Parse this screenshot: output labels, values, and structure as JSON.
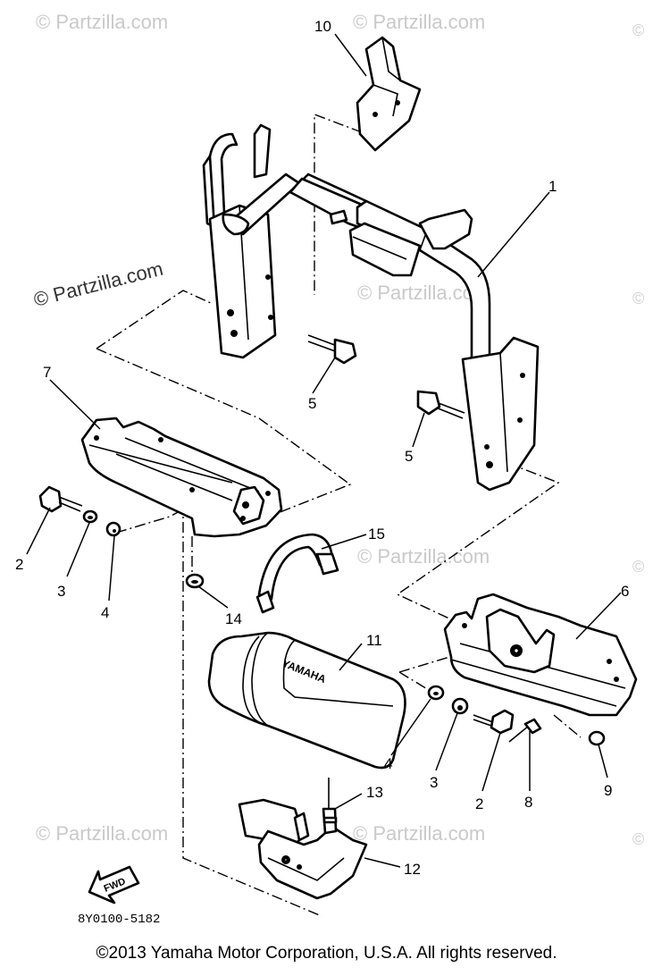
{
  "callouts": {
    "n1": "1",
    "n2a": "2",
    "n2b": "2",
    "n3a": "3",
    "n3b": "3",
    "n4a": "4",
    "n4b": "4",
    "n5a": "5",
    "n5b": "5",
    "n6": "6",
    "n7": "7",
    "n8": "8",
    "n9": "9",
    "n10": "10",
    "n11": "11",
    "n12": "12",
    "n13": "13",
    "n14": "14",
    "n15": "15"
  },
  "watermarks": {
    "main": "© Partzilla.com",
    "w1": "© Partzilla.com",
    "w2": "© Partzilla.com",
    "w3": "© Partzilla.com",
    "w4": "© Partzilla.com",
    "w5": "© Partzilla.com",
    "w6": "© Partzilla.com",
    "copyright_symbol": "©"
  },
  "labels": {
    "drawing_code": "8Y0100-5182",
    "fwd": "FWD",
    "box_brand": "YAMAHA"
  },
  "footer": {
    "text": "©2013  Yamaha Motor Corporation, U.S.A. All rights reserved."
  },
  "colors": {
    "ink": "#000000",
    "watermark": "#c9c9c9",
    "background": "#ffffff"
  }
}
